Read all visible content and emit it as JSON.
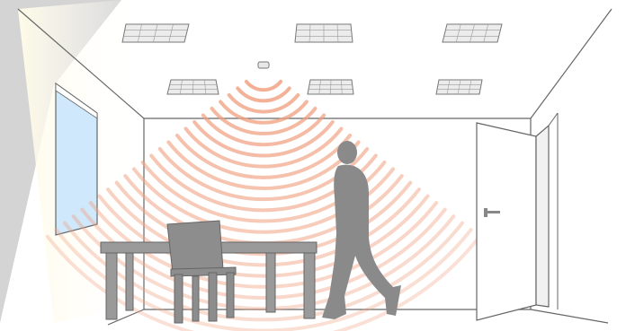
{
  "scene": {
    "type": "room-illustration",
    "objects": [
      "ceiling-lights",
      "ceiling-sensor",
      "sensor-waves",
      "window",
      "table",
      "chair",
      "walking-person",
      "door"
    ]
  },
  "colors": {
    "background": "#ffffff",
    "outline": "#555555",
    "wall_light": "#f7f7f7",
    "window_glass": "#cfe8fb",
    "wave": "#f0a080",
    "furniture": "#8f8f8f",
    "person": "#8a8a8a",
    "shadow_wall": "#d9d9d9"
  },
  "lighting": {
    "panel_count": 6
  },
  "sensor": {
    "waves": 24
  }
}
